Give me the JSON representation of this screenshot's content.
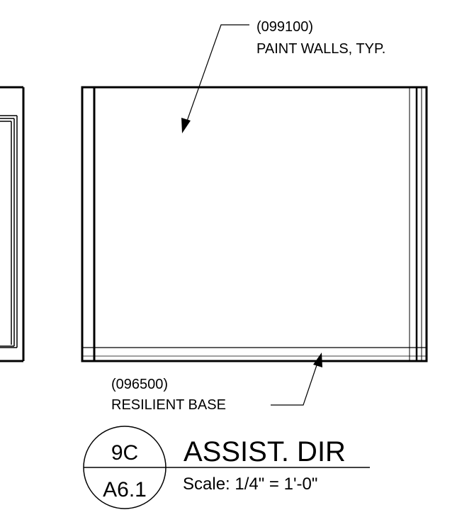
{
  "annotations": {
    "paint": {
      "code": "(099100)",
      "text": "PAINT WALLS, TYP."
    },
    "base": {
      "code": "(096500)",
      "text": "RESILIENT BASE"
    }
  },
  "title_block": {
    "detail_number": "9C",
    "sheet_number": "A6.1",
    "title": "ASSIST. DIR",
    "scale": "Scale: 1/4\" = 1'-0\""
  },
  "colors": {
    "line": "#000000",
    "background": "#ffffff"
  }
}
